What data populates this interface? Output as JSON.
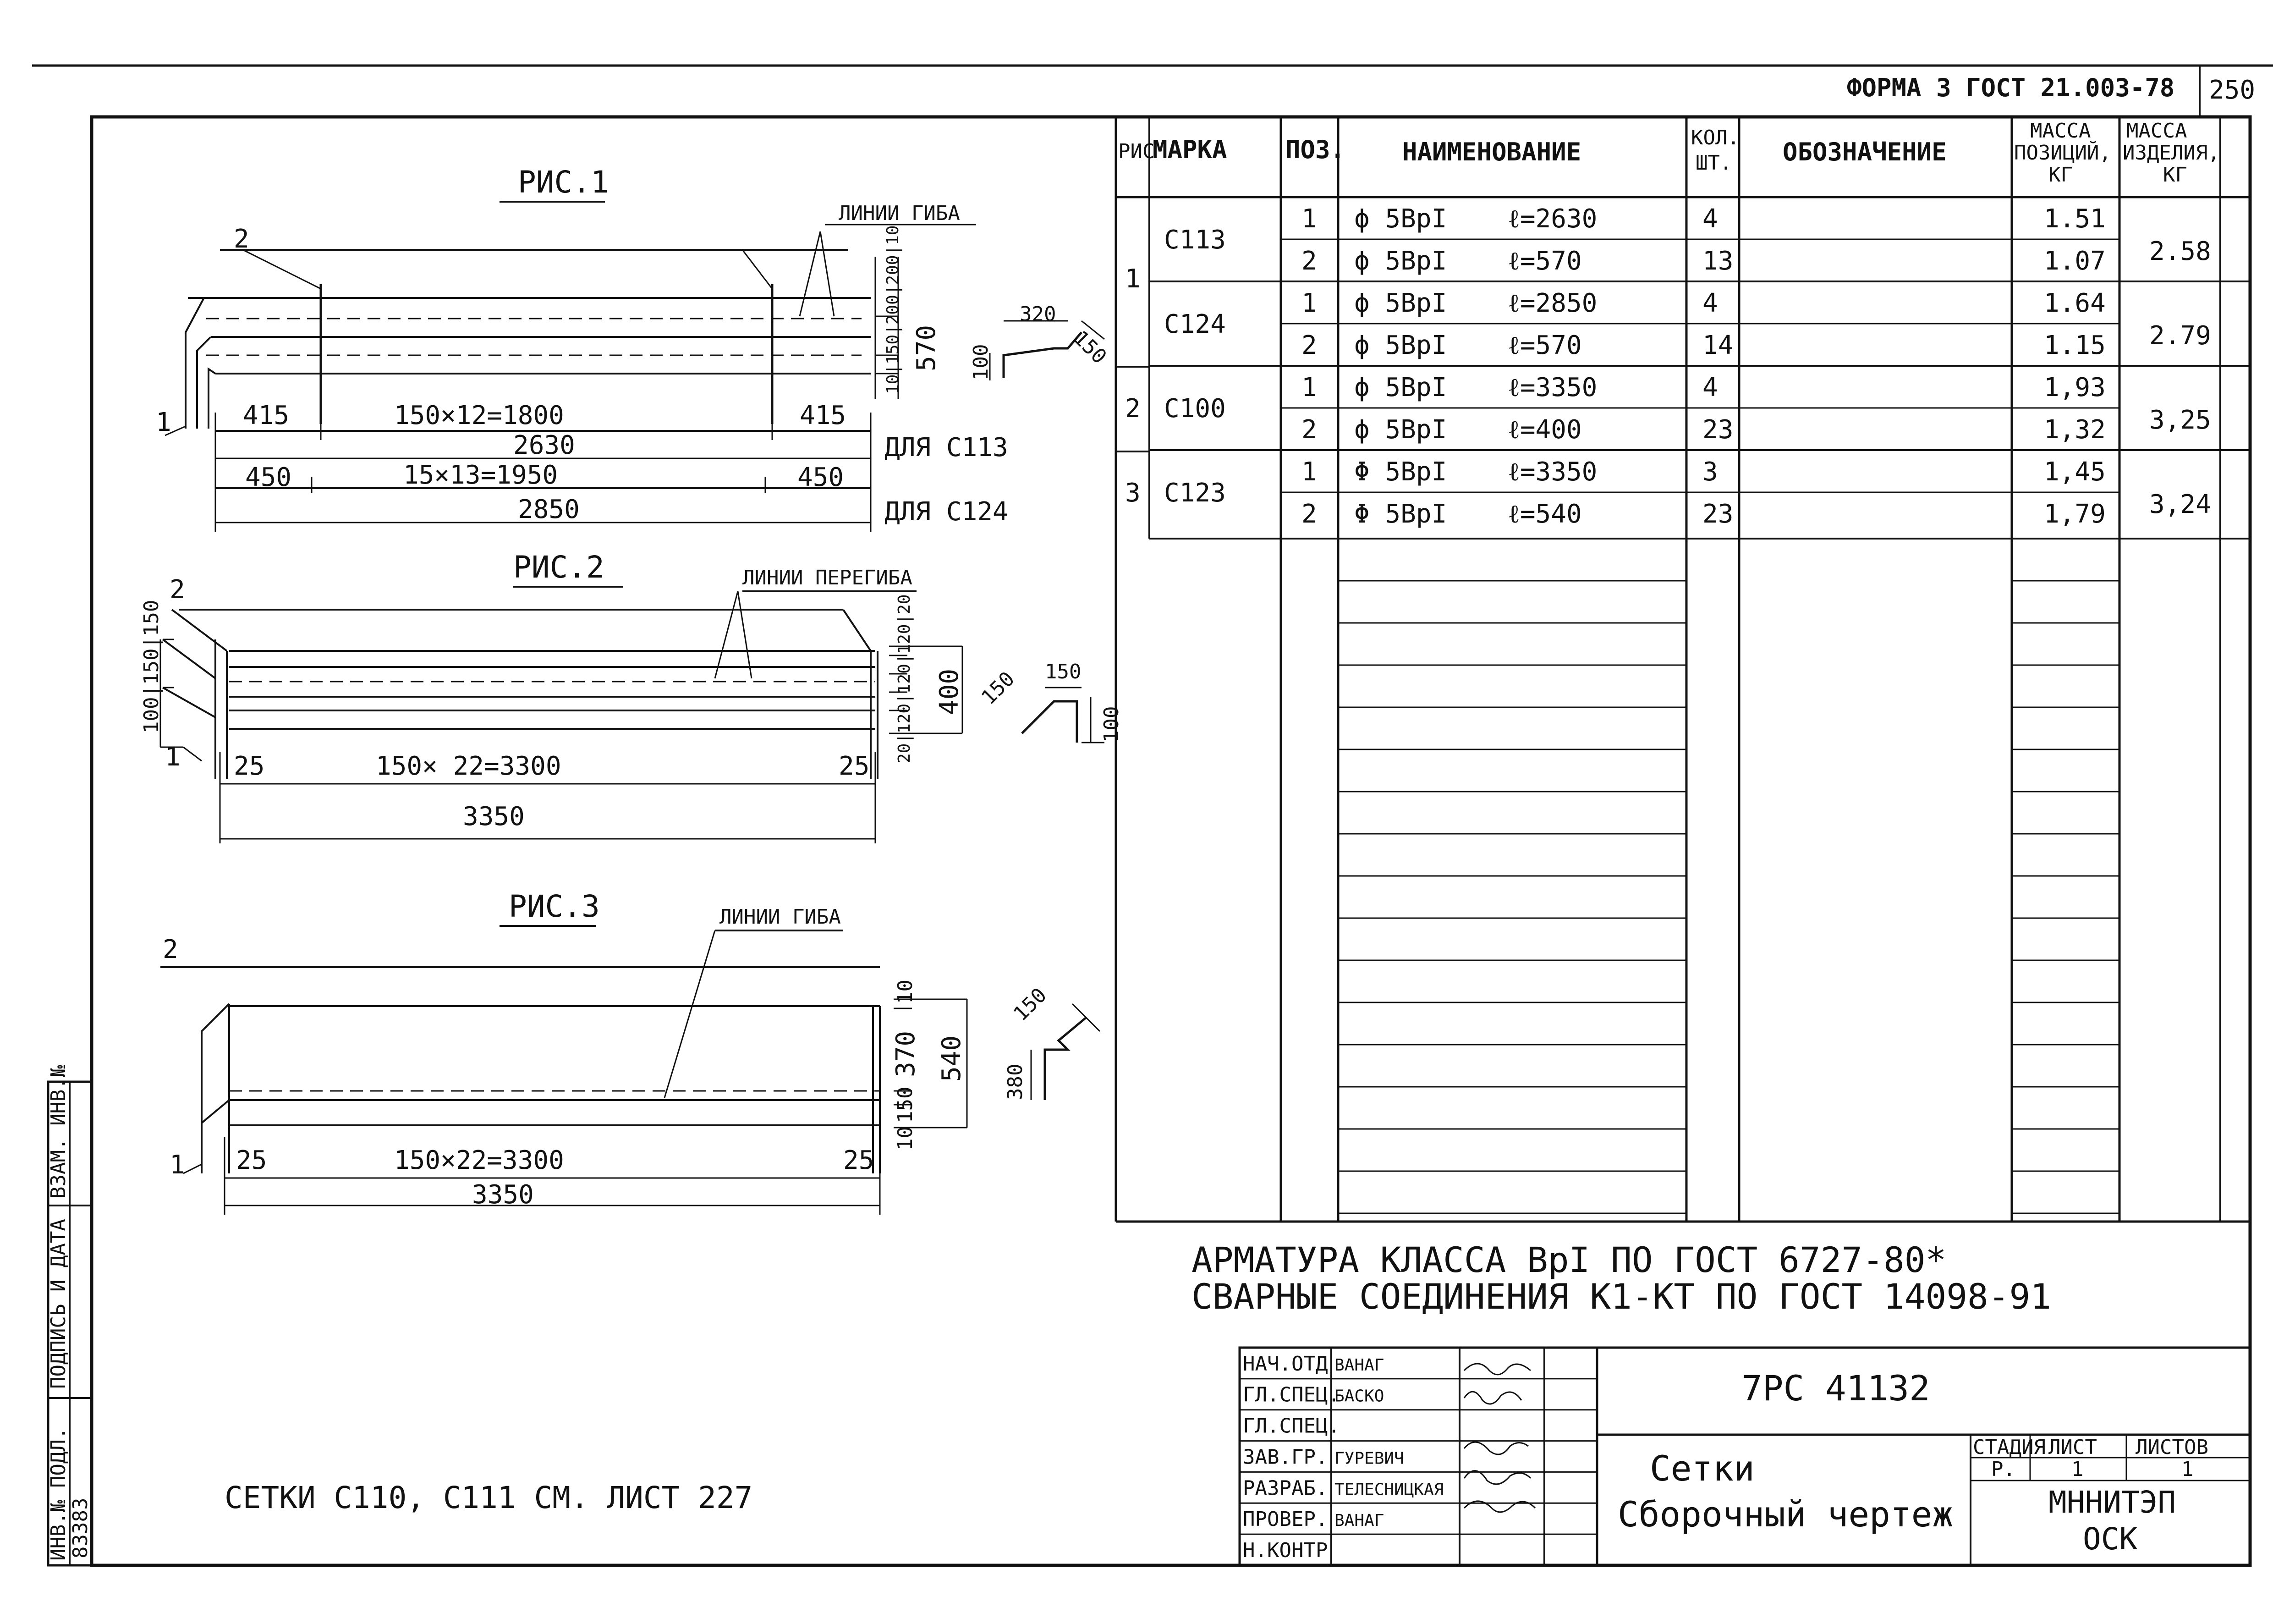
{
  "form_label": "ФОРМА 3 ГОСТ 21.003-78",
  "page_number": "250",
  "table": {
    "headers": {
      "ris": "РИС",
      "marka": "МАРКА",
      "poz": "ПОЗ.",
      "naim": "НАИМЕНОВАНИЕ",
      "kol": "КОЛ. ШТ.",
      "oboz": "ОБОЗНАЧЕНИЕ",
      "massa_poz": "МАССА ПОЗИЦИЙ, КГ",
      "massa_izd": "МАССА ИЗДЕЛИЯ, КГ"
    },
    "groups": [
      {
        "ris": "1",
        "marka": "С113",
        "massa": "2.58",
        "rows": [
          {
            "poz": "1",
            "name": "ϕ 5BрI",
            "len": "ℓ=2630",
            "qty": "4",
            "mass": "1.51"
          },
          {
            "poz": "2",
            "name": "ϕ 5BрI",
            "len": "ℓ=570",
            "qty": "13",
            "mass": "1.07"
          }
        ]
      },
      {
        "ris": "",
        "marka": "С124",
        "massa": "2.79",
        "rows": [
          {
            "poz": "1",
            "name": "ϕ 5BрI",
            "len": "ℓ=2850",
            "qty": "4",
            "mass": "1.64"
          },
          {
            "poz": "2",
            "name": "ϕ 5BрI",
            "len": "ℓ=570",
            "qty": "14",
            "mass": "1.15"
          }
        ]
      },
      {
        "ris": "2",
        "marka": "С100",
        "massa": "3,25",
        "rows": [
          {
            "poz": "1",
            "name": "ϕ 5BрI",
            "len": "ℓ=3350",
            "qty": "4",
            "mass": "1,93"
          },
          {
            "poz": "2",
            "name": "ϕ 5BрI",
            "len": "ℓ=400",
            "qty": "23",
            "mass": "1,32"
          }
        ]
      },
      {
        "ris": "3",
        "marka": "С123",
        "massa": "3,24",
        "rows": [
          {
            "poz": "1",
            "name": "Φ 5BрI",
            "len": "ℓ=3350",
            "qty": "3",
            "mass": "1,45"
          },
          {
            "poz": "2",
            "name": "Φ 5BрI",
            "len": "ℓ=540",
            "qty": "23",
            "mass": "1,79"
          }
        ]
      }
    ]
  },
  "fig1": {
    "title": "РИС.1",
    "label_lines": "ЛИНИИ ГИБА",
    "callout_1": "1",
    "callout_2": "2",
    "dim_a": "415",
    "dim_b": "150×12=1800",
    "dim_c": "415",
    "dim_total_a": "2630",
    "note_a": "ДЛЯ С113",
    "dim_d": "450",
    "dim_e": "15×13=1950",
    "dim_f": "450",
    "dim_total_b": "2850",
    "note_b": "ДЛЯ С124",
    "dims_v": "10|150|200|200|10",
    "dim_570": "570",
    "prof_320": "320",
    "prof_150": "150",
    "prof_100": "100"
  },
  "fig2": {
    "title": "РИС.2",
    "label_lines": "ЛИНИИ ПЕРЕГИБА",
    "callout_1": "1",
    "callout_2": "2",
    "dims_left": "100|150|150",
    "dim_25a": "25",
    "dim_mid": "150× 22=3300",
    "dim_25b": "25",
    "dim_total": "3350",
    "dims_right": "20|120|120|120|20",
    "dim_400": "400",
    "prof_150a": "150",
    "prof_150b": "150",
    "prof_100": "100"
  },
  "fig3": {
    "title": "РИС.3",
    "label_lines": "ЛИНИИ ГИБА",
    "callout_1": "1",
    "callout_2": "2",
    "dim_25a": "25",
    "dim_mid": "150×22=3300",
    "dim_25b": "25",
    "dim_total": "3350",
    "dim_10a": "10",
    "dim_370": "370",
    "dim_150": "150",
    "dim_10b": "10",
    "dim_540": "540",
    "prof_150": "150",
    "prof_380": "380"
  },
  "notes": {
    "line1": "АРМАТУРА КЛАССА ВрI ПО ГОСТ 6727-80*",
    "line2": "СВАРНЫЕ СОЕДИНЕНИЯ К1-КТ ПО ГОСТ 14098-91"
  },
  "bottom_note": "СЕТКИ С110, С111 СМ. ЛИСТ 227",
  "side_stamp": {
    "inv": "ИНВ.№ ПОДЛ.",
    "sign": "ПОДПИСЬ И ДАТА",
    "vzam": "ВЗАМ. ИНВ.№",
    "inv_value": "83383"
  },
  "title_block": {
    "roles": [
      "НАЧ.ОТД",
      "ГЛ.СПЕЦ.",
      "ГЛ.СПЕЦ.",
      "ЗАВ.ГР.",
      "РАЗРАБ.",
      "ПРОВЕР.",
      "Н.КОНТР"
    ],
    "names": [
      "ВАНАГ",
      "БАСКО",
      "",
      "ГУРЕВИЧ",
      "ТЕЛЕСНИЦКАЯ",
      "ВАНАГ",
      ""
    ],
    "code": "7РС 41132",
    "title_1": "Сетки",
    "title_2": "Сборочный чертеж",
    "stage_label": "СТАДИЯ",
    "sheet_label": "ЛИСТ",
    "sheets_label": "ЛИСТОВ",
    "stage": "Р.",
    "sheet": "1",
    "sheets": "1",
    "org_1": "МННИТЭП",
    "org_2": "ОСК"
  }
}
